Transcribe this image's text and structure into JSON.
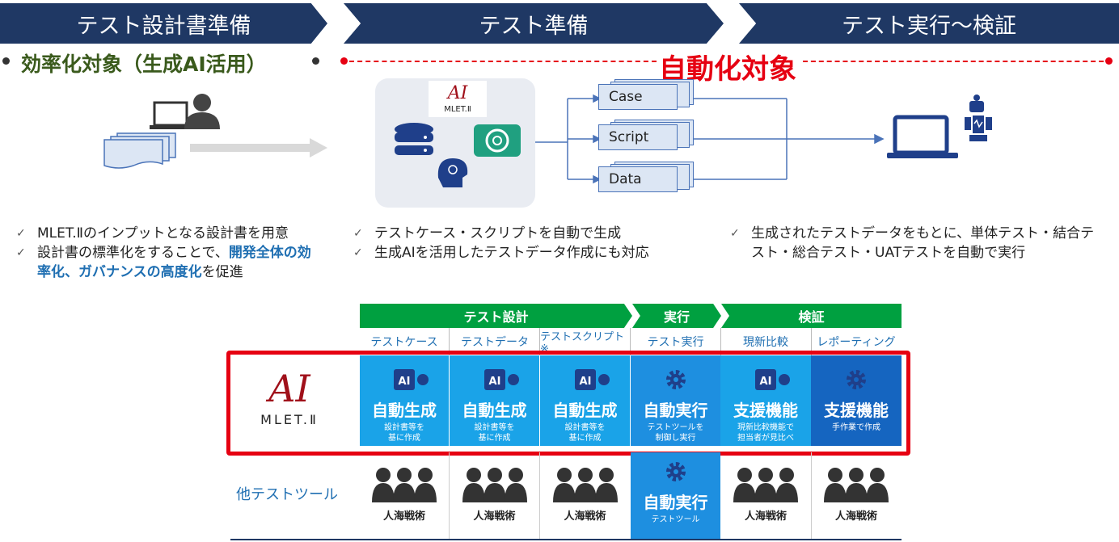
{
  "phases": [
    "テスト設計書準備",
    "テスト準備",
    "テスト実行～検証"
  ],
  "green_title": "効率化対象（生成AI活用）",
  "red_title": "自動化対象",
  "docs": [
    "Case",
    "Script",
    "Data"
  ],
  "logo_text": "MLET.Ⅱ",
  "bullets_left": [
    {
      "pre": "MLET.Ⅱのインプットとなる設計書を用意",
      "bold": "",
      "post": ""
    },
    {
      "pre": "設計書の標準化をすることで、",
      "bold": "開発全体の効率化、ガバナンスの高度化",
      "post": "を促進"
    }
  ],
  "bullets_mid": [
    "テストケース・スクリプトを自動で生成",
    "生成AIを活用したテストデータ作成にも対応"
  ],
  "bullets_right": [
    "生成されたテストデータをもとに、単体テスト・結合テスト・総合テスト・UATテストを自動で実行"
  ],
  "table": {
    "groups": [
      "テスト設計",
      "実行",
      "検証"
    ],
    "subheaders": [
      "テストケース",
      "テストデータ",
      "テストスクリプト※",
      "テスト実行",
      "現新比較",
      "レポーティング"
    ],
    "mlet_cells": [
      {
        "icon": "ai-chip-icon",
        "big": "自動生成",
        "small": "設計書等を\n基に作成"
      },
      {
        "icon": "ai-chip-icon",
        "big": "自動生成",
        "small": "設計書等を\n基に作成"
      },
      {
        "icon": "ai-chip-icon",
        "big": "自動生成",
        "small": "設計書等を\n基に作成"
      },
      {
        "icon": "gear-icon",
        "big": "自動実行",
        "small": "テストツールを\n制御し実行"
      },
      {
        "icon": "ai-chip-icon",
        "big": "支援機能",
        "small": "現新比較機能で\n担当者が見比べ"
      },
      {
        "icon": "gear-icon",
        "big": "支援機能",
        "small": "手作業で作成"
      }
    ],
    "other_label": "他テストツール",
    "other_cells": [
      "人海戦術",
      "人海戦術",
      "人海戦術",
      "",
      "人海戦術",
      "人海戦術"
    ],
    "other_exec": {
      "big": "自動実行",
      "small": "テストツール"
    },
    "ai_badge": "AI"
  },
  "colors": {
    "navy": "#1f3864",
    "green": "#00a040",
    "red": "#e60012",
    "cyan": "#1aa3e8",
    "blue": "#1f6fb2",
    "dark_blue": "#1565c0"
  }
}
